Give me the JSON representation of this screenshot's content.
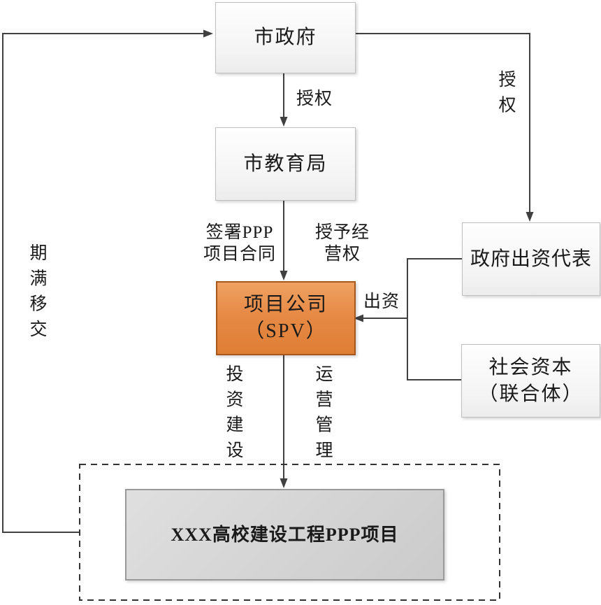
{
  "diagram": {
    "title_hint": "PPP project structure flowchart",
    "nodes": {
      "city_gov": {
        "label": "市政府"
      },
      "edu_bureau": {
        "label": "市教育局"
      },
      "spv": {
        "label": "项目公司\n（SPV）"
      },
      "gov_rep": {
        "label": "政府出资代表"
      },
      "social_capital": {
        "label": "社会资本\n（联合体）"
      },
      "project": {
        "label": "XXX高校建设工程PPP项目"
      }
    },
    "edges": {
      "authorize_down": {
        "label": "授权"
      },
      "authorize_right": {
        "label": "授权"
      },
      "sign_ppp": {
        "label": "签署PPP\n项目合同"
      },
      "grant_operation": {
        "label": "授予经\n营权"
      },
      "invest": {
        "label": "出资"
      },
      "invest_build": {
        "label": "投资建设"
      },
      "operate_manage": {
        "label": "运营管理"
      },
      "transfer": {
        "label": "期满移交"
      }
    },
    "colors": {
      "line": "#404040",
      "dashed_border": "#333333",
      "spv_fill": "#E68A45",
      "spv_border": "#A6571B",
      "node_border": "#BFBFBF",
      "node_fill": "#F4F4F4",
      "project_fill": "#D3D3D3",
      "project_border": "#9A9A9A"
    }
  }
}
